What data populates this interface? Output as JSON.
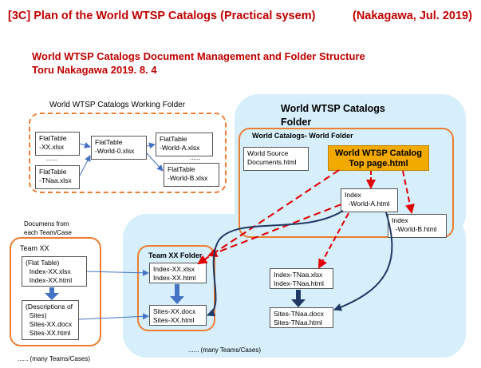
{
  "header": {
    "title": "[3C]  Plan of the World WTSP Catalogs (Practical sysem)",
    "author_date": "(Nakagawa, Jul. 2019)",
    "subtitle1": "World WTSP Catalogs    Document Management and Folder Structure",
    "subtitle2": "Toru Nakagawa  2019. 8. 4"
  },
  "working_folder": {
    "label": "World WTSP Catalogs    Working Folder",
    "flat_xx": "FlatTable\n-XX.xlsx",
    "dots": "......",
    "flat_tnaa": "FlatTable\n-TNaa.xlsx",
    "flat_world0": "FlatTable\n-World-0.xlsx",
    "flat_worlda": "FlatTable\n-World-A.xlsx",
    "dots2": "......",
    "flat_worldb": "FlatTable\n-World-B.xlsx"
  },
  "catalogs_folder": {
    "label_line1": "World WTSP Catalogs",
    "label_line2": "Folder",
    "world_folder_label": "World  Catalogs- World Folder",
    "source_docs": "World Source\nDocuments.html",
    "top_page": "World WTSP Catalog\nTop page.html",
    "index_a": "Index\n  -World-A.html",
    "index_b": "Index\n  -World-B.html"
  },
  "team_source": {
    "caption": "Documens from\neach Team/Case",
    "team_label": "Team  XX",
    "flat_table": "(Flat Table)\n  Index-XX.xlsx\n  Index-XX.html",
    "descriptions": "(Descriptions of\n  Sites)\n  Sites-XX.docx\n  Sites-XX.html",
    "many": "......  (many Teams/Cases)"
  },
  "team_folder": {
    "label": "Team XX Folder",
    "index": "Index-XX.xlsx\nIndex-XX.html",
    "sites": "Sites-XX.docx\nSites-XX.html",
    "index_tnaa": "Index-TNaa.xlsx\nIndex-TNaa.html",
    "sites_tnaa": "Sites-TNaa.docx\nSites-TNaa.html",
    "many": "......  (many Teams/Cases)"
  },
  "colors": {
    "title_red": "#c00000",
    "orange": "#ed7d31",
    "light_blue": "#d6effb",
    "top_page_fill": "#f2a900",
    "arrow_blue": "#4472c4",
    "curve_navy": "#1f3864",
    "dash_red": "#e00000"
  }
}
